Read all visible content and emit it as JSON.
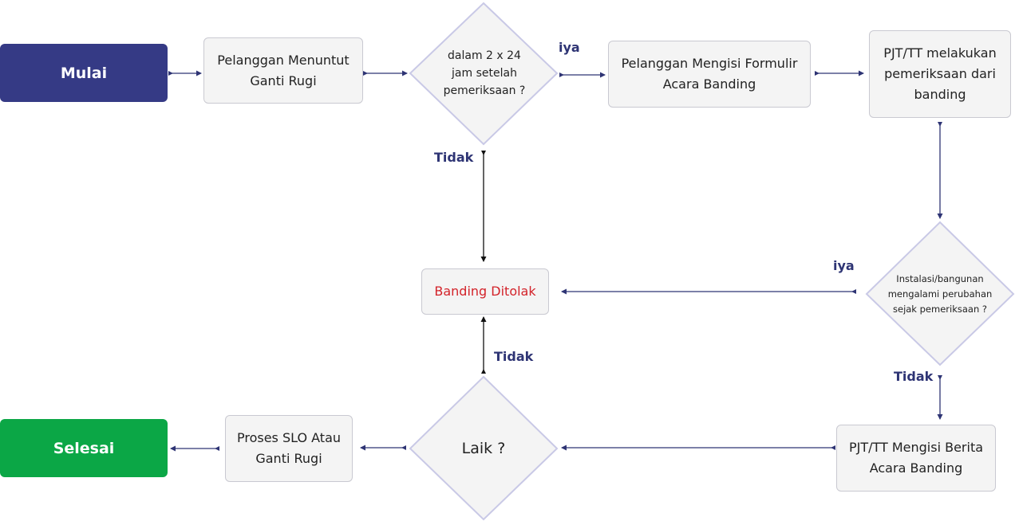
{
  "colors": {
    "start_fill": "#353a85",
    "end_fill": "#0ba746",
    "node_fill": "#f4f4f4",
    "diamond_stroke": "#c9c9e6",
    "edge": "#2e3474",
    "reject_text": "#d3232a"
  },
  "nodes": {
    "start": "Mulai",
    "claim": "Pelanggan Menuntut Ganti Rugi",
    "decision_time": "dalam 2 x 24 jam setelah pemeriksaan ?",
    "fill_form": "Pelanggan Mengisi Formulir Acara Banding",
    "inspect": "PJT/TT melakukan pemeriksaan dari banding",
    "decision_change": "Instalasi/bangunan mengalami perubahan sejak pemeriksaan ?",
    "rejected": "Banding Ditolak",
    "fill_report": "PJT/TT Mengisi Berita Acara Banding",
    "decision_fit": "Laik ?",
    "process": "Proses SLO Atau Ganti Rugi",
    "end": "Selesai"
  },
  "edge_labels": {
    "time_yes": "iya",
    "time_no": "Tidak",
    "change_yes": "iya",
    "change_no": "Tidak",
    "fit_no": "Tidak"
  }
}
